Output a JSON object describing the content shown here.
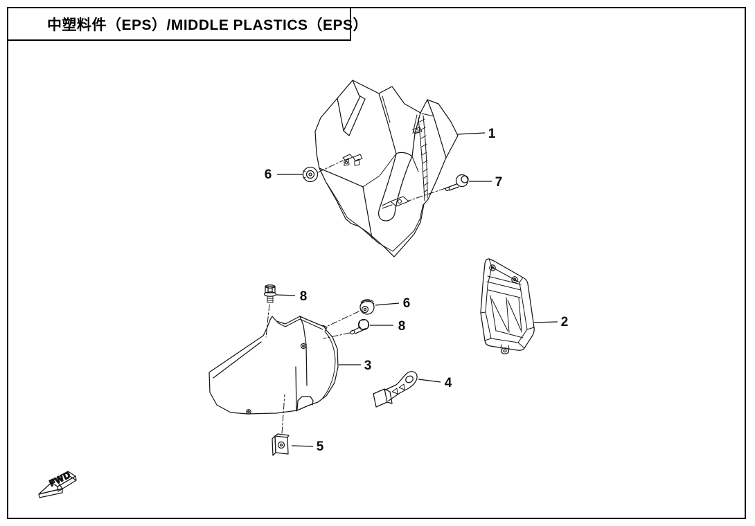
{
  "page": {
    "title": "中塑料件（EPS）/MIDDLE PLASTICS（EPS）"
  },
  "diagram": {
    "fwd_label": "FWD",
    "callouts": [
      {
        "num": "1"
      },
      {
        "num": "7"
      },
      {
        "num": "6"
      },
      {
        "num": "8"
      },
      {
        "num": "6"
      },
      {
        "num": "8"
      },
      {
        "num": "3"
      },
      {
        "num": "4"
      },
      {
        "num": "5"
      },
      {
        "num": "2"
      }
    ]
  }
}
